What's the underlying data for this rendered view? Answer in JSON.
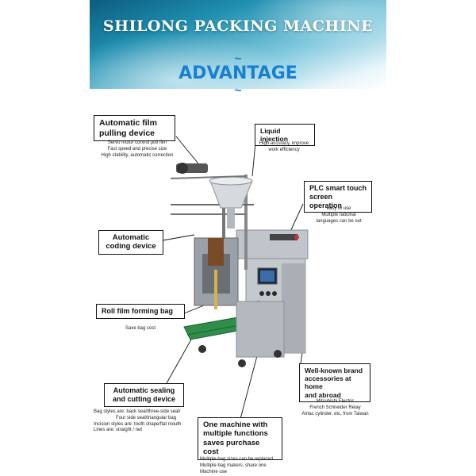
{
  "header": {
    "title": "SHILONG PACKING MACHINE",
    "subtitle": "ADVANTAGE",
    "tilde": "~"
  },
  "features": {
    "film_pulling": {
      "title_line1": "Automatic film",
      "title_line2": "pulling device",
      "desc1": "Servo motor control pull film",
      "desc2": "Fast speed and precise size",
      "desc3": "High stability, automatic correction"
    },
    "liquid_injection": {
      "title": "Liquid injection",
      "desc1": "High accuracy, improve",
      "desc2": "work efficiency"
    },
    "plc": {
      "title_line1": "PLC smart touch",
      "title_line2": "screen operation",
      "desc1": "easy to use",
      "desc2": "Multiple national",
      "desc3": "languages can be set"
    },
    "coding": {
      "title_line1": "Automatic",
      "title_line2": "coding device"
    },
    "roll_film": {
      "title": "Roll film forming bag",
      "desc1": "Save bag cost"
    },
    "brand": {
      "title_line1": "Well-known brand",
      "title_line2": "accessories at home",
      "title_line3": "and abroad",
      "desc1": "Mitsubishi Electric",
      "desc2": "French Schneider Relay",
      "desc3": "Airtac cylinder, etc. from Taiwan"
    },
    "sealing": {
      "title_line1": "Automatic sealing",
      "title_line2": "and cutting device",
      "desc1": "Bag styles are: back seal/three-side seal/",
      "desc2": "Four side seal/triangular bag",
      "desc3": "Incision styles are: tooth shape/flat mouth",
      "desc4": "Lines are: straight / net"
    },
    "multi": {
      "title_line1": "One machine with",
      "title_line2": "multiple functions",
      "title_line3": "saves purchase cost",
      "desc1": "Multiple bag sizes can be replaced",
      "desc2": "Multiple bag makers, share one",
      "desc3": "Machine use"
    }
  },
  "colors": {
    "title_text": "#ffffff",
    "advantage_blue": "#1a7fd1",
    "banner_dark": "#0c5c7e",
    "machine_steel": "#b9bec3",
    "conveyor_green": "#2f8f4a"
  }
}
